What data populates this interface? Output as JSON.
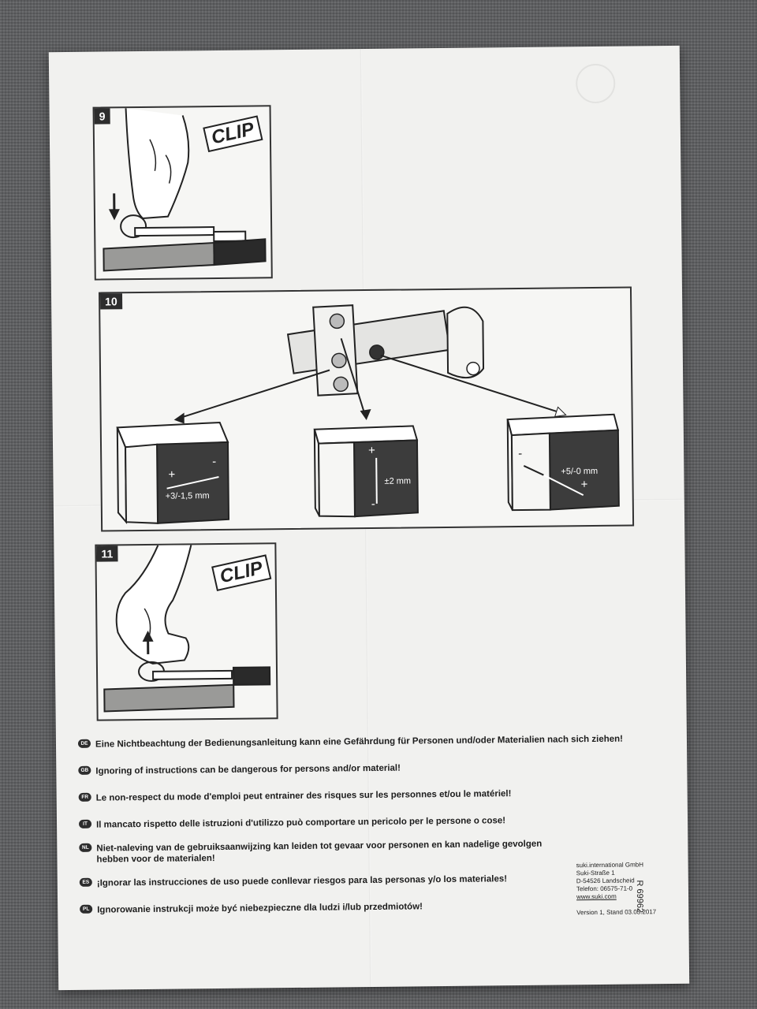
{
  "steps": {
    "step9": {
      "number": "9",
      "clip": "CLIP"
    },
    "step10": {
      "number": "10",
      "left": {
        "label": "+3/-1,5 mm",
        "plus": "+",
        "minus": "-"
      },
      "center": {
        "label": "±2 mm",
        "plus": "+",
        "minus": "-"
      },
      "right": {
        "label": "+5/-0 mm",
        "plus": "+",
        "minus": "-"
      }
    },
    "step11": {
      "number": "11",
      "clip": "CLIP"
    }
  },
  "warnings": [
    {
      "lang": "DE",
      "text": "Eine Nichtbeachtung der Bedienungsanleitung kann eine Gefährdung für Personen und/oder Materialien nach sich ziehen!"
    },
    {
      "lang": "GB",
      "text": "Ignoring of instructions can be dangerous for persons and/or material!"
    },
    {
      "lang": "FR",
      "text": "Le non-respect du mode d'emploi peut entrainer des risques sur les personnes et/ou le matériel!"
    },
    {
      "lang": "IT",
      "text": "Il mancato rispetto delle istruzioni d'utilizzo può comportare un pericolo per le persone o cose!"
    },
    {
      "lang": "NL",
      "text": "Niet-naleving van de gebruiksaanwijzing kan leiden tot gevaar voor personen en kan nadelige gevolgen hebben voor de materialen!"
    },
    {
      "lang": "ES",
      "text": "¡Ignorar las instrucciones de uso puede conllevar riesgos para las personas y/o los materiales!"
    },
    {
      "lang": "PL",
      "text": "Ignorowanie instrukcji może być niebezpieczne dla ludzi i/lub przedmiotów!"
    }
  ],
  "company": {
    "name": "suki.international GmbH",
    "street": "Suki-Straße 1",
    "city": "D-54526 Landscheid",
    "phone": "Telefon: 06575-71-0",
    "web": "www.suki.com"
  },
  "version": "Version 1, Stand 03.03.2017",
  "doc_number": "R 69962"
}
